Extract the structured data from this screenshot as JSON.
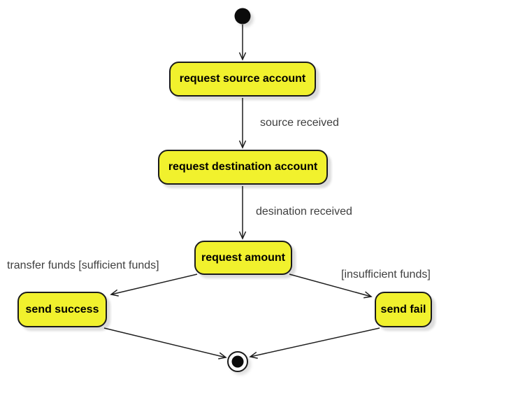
{
  "diagram": {
    "kind": "uml-activity-diagram",
    "background_color": "#ffffff",
    "node_fill_color": "#F1F12D",
    "node_border_color": "#1b1b1b",
    "node_text_color": "#000000",
    "edge_color": "#1f1f1f",
    "edge_label_color": "#3f3f3f",
    "nodes": [
      {
        "id": "start",
        "type": "initial-state",
        "label": ""
      },
      {
        "id": "request-source",
        "type": "activity",
        "label": "request source account"
      },
      {
        "id": "request-destination",
        "type": "activity",
        "label": "request destination account"
      },
      {
        "id": "request-amount",
        "type": "activity",
        "label": "request amount"
      },
      {
        "id": "send-success",
        "type": "activity",
        "label": "send success"
      },
      {
        "id": "send-fail",
        "type": "activity",
        "label": "send fail"
      },
      {
        "id": "end",
        "type": "final-state",
        "label": ""
      }
    ],
    "edges": [
      {
        "from": "start",
        "to": "request-source",
        "label": ""
      },
      {
        "from": "request-source",
        "to": "request-destination",
        "label": "source received"
      },
      {
        "from": "request-destination",
        "to": "request-amount",
        "label": "desination received"
      },
      {
        "from": "request-amount",
        "to": "send-success",
        "label": "transfer funds [sufficient funds]"
      },
      {
        "from": "request-amount",
        "to": "send-fail",
        "label": "[insufficient funds]"
      },
      {
        "from": "send-success",
        "to": "end",
        "label": ""
      },
      {
        "from": "send-fail",
        "to": "end",
        "label": ""
      }
    ]
  }
}
